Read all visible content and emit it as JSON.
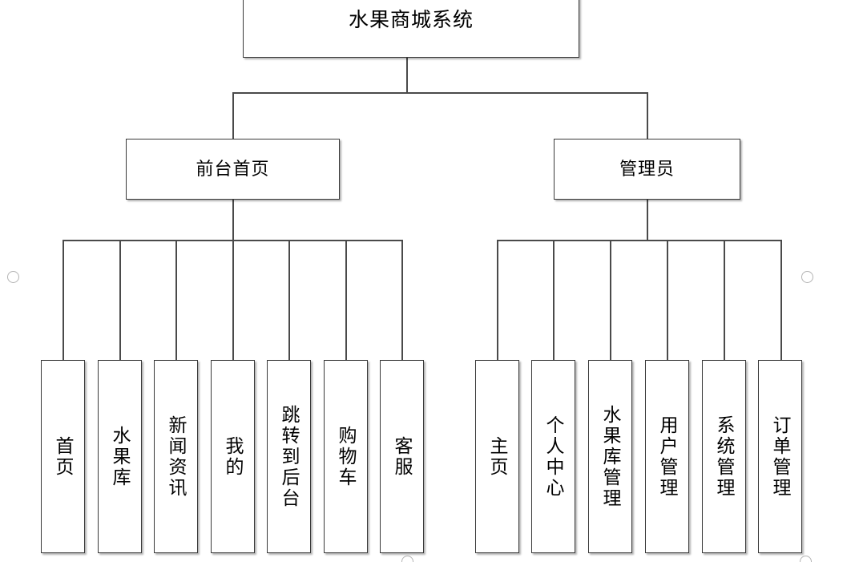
{
  "diagram": {
    "type": "system-function-tree",
    "root": {
      "id": "root",
      "label": "水果商城系统"
    },
    "level1": [
      {
        "id": "frontend",
        "label": "前台首页"
      },
      {
        "id": "admin",
        "label": "管理员"
      }
    ],
    "leaves_frontend": [
      {
        "id": "home",
        "label": "首页"
      },
      {
        "id": "fruit-store",
        "label": "水果库"
      },
      {
        "id": "news",
        "label": "新闻资讯"
      },
      {
        "id": "mine",
        "label": "我的"
      },
      {
        "id": "goto-backend",
        "label": "跳转到后台"
      },
      {
        "id": "cart",
        "label": "购物车"
      },
      {
        "id": "support",
        "label": "客服"
      }
    ],
    "leaves_admin": [
      {
        "id": "admin-home",
        "label": "主页"
      },
      {
        "id": "personal-center",
        "label": "个人中心"
      },
      {
        "id": "fruit-store-mgmt",
        "label": "水果库管理"
      },
      {
        "id": "user-mgmt",
        "label": "用户管理"
      },
      {
        "id": "system-mgmt",
        "label": "系统管理"
      },
      {
        "id": "order-mgmt",
        "label": "订单管理"
      }
    ],
    "colors": {
      "box_border": "#3a3a3a",
      "connector": "#4a4a4a",
      "background": "#ffffff",
      "text": "#000000",
      "hole_mark": "#b3b3b3"
    }
  }
}
